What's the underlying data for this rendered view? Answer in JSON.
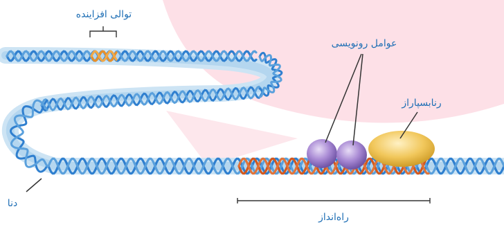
{
  "labels": {
    "enhancer": "توالی افزاینده",
    "transcription_factors": "عوامل رونویسی",
    "rna_polymerase": "رنابسپاراز",
    "dna": "دنا",
    "promoter": "راه‌انداز"
  },
  "colors": {
    "strand_blue": "#2f7fcf",
    "strand_light": "#9ec9ea",
    "tube": "#cde4f4",
    "promoter_orange": "#d2581e",
    "enhancer_orange": "#e8902a",
    "factor_purple": "#9f7fc8",
    "polymerase_yellow": "#eec251",
    "label_blue": "#1f6fb5",
    "bg_pink": "#fde0e7"
  }
}
